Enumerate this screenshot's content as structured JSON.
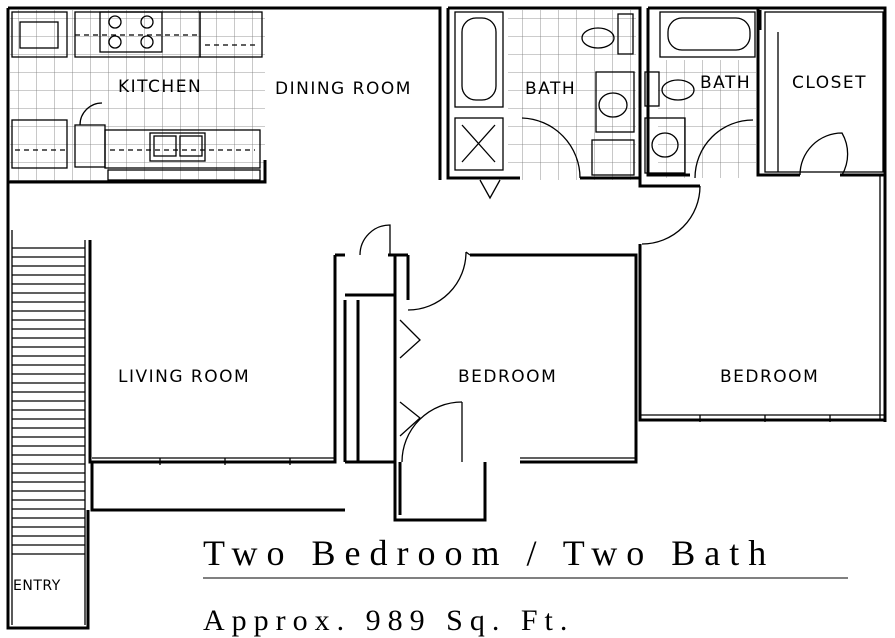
{
  "rooms": {
    "kitchen": "KITCHEN",
    "dining": "DINING ROOM",
    "bath1": "BATH",
    "bath2": "BATH",
    "closet": "CLOSET",
    "living": "LIVING ROOM",
    "bedroom1": "BEDROOM",
    "bedroom2": "BEDROOM",
    "entry": "ENTRY"
  },
  "caption": {
    "title": "Two Bedroom / Two Bath",
    "area": "Approx. 989 Sq. Ft."
  }
}
